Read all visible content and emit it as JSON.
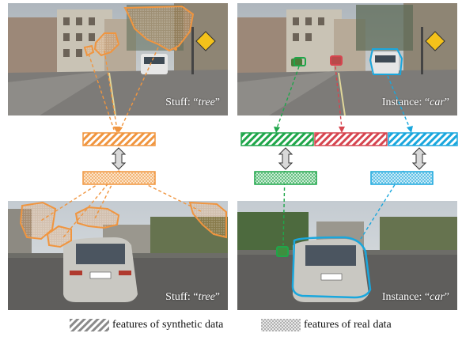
{
  "panels": {
    "top_left": {
      "caption_prefix": "Stuff: “",
      "caption_italic": "tree",
      "caption_suffix": "”"
    },
    "top_right": {
      "caption_prefix": "Instance: “",
      "caption_italic": "car",
      "caption_suffix": "”"
    },
    "bottom_left": {
      "caption_prefix": "Stuff: “",
      "caption_italic": "tree",
      "caption_suffix": "”"
    },
    "bottom_right": {
      "caption_prefix": "Instance: “",
      "caption_italic": "car",
      "caption_suffix": "”"
    }
  },
  "legend": {
    "synthetic_label": "features of synthetic data",
    "real_label": "features of real data"
  },
  "colors": {
    "orange": "#f0953f",
    "green": "#1fa64a",
    "red": "#d6454f",
    "blue": "#1aa7dd",
    "legend_gray": "#8a8a8a"
  }
}
